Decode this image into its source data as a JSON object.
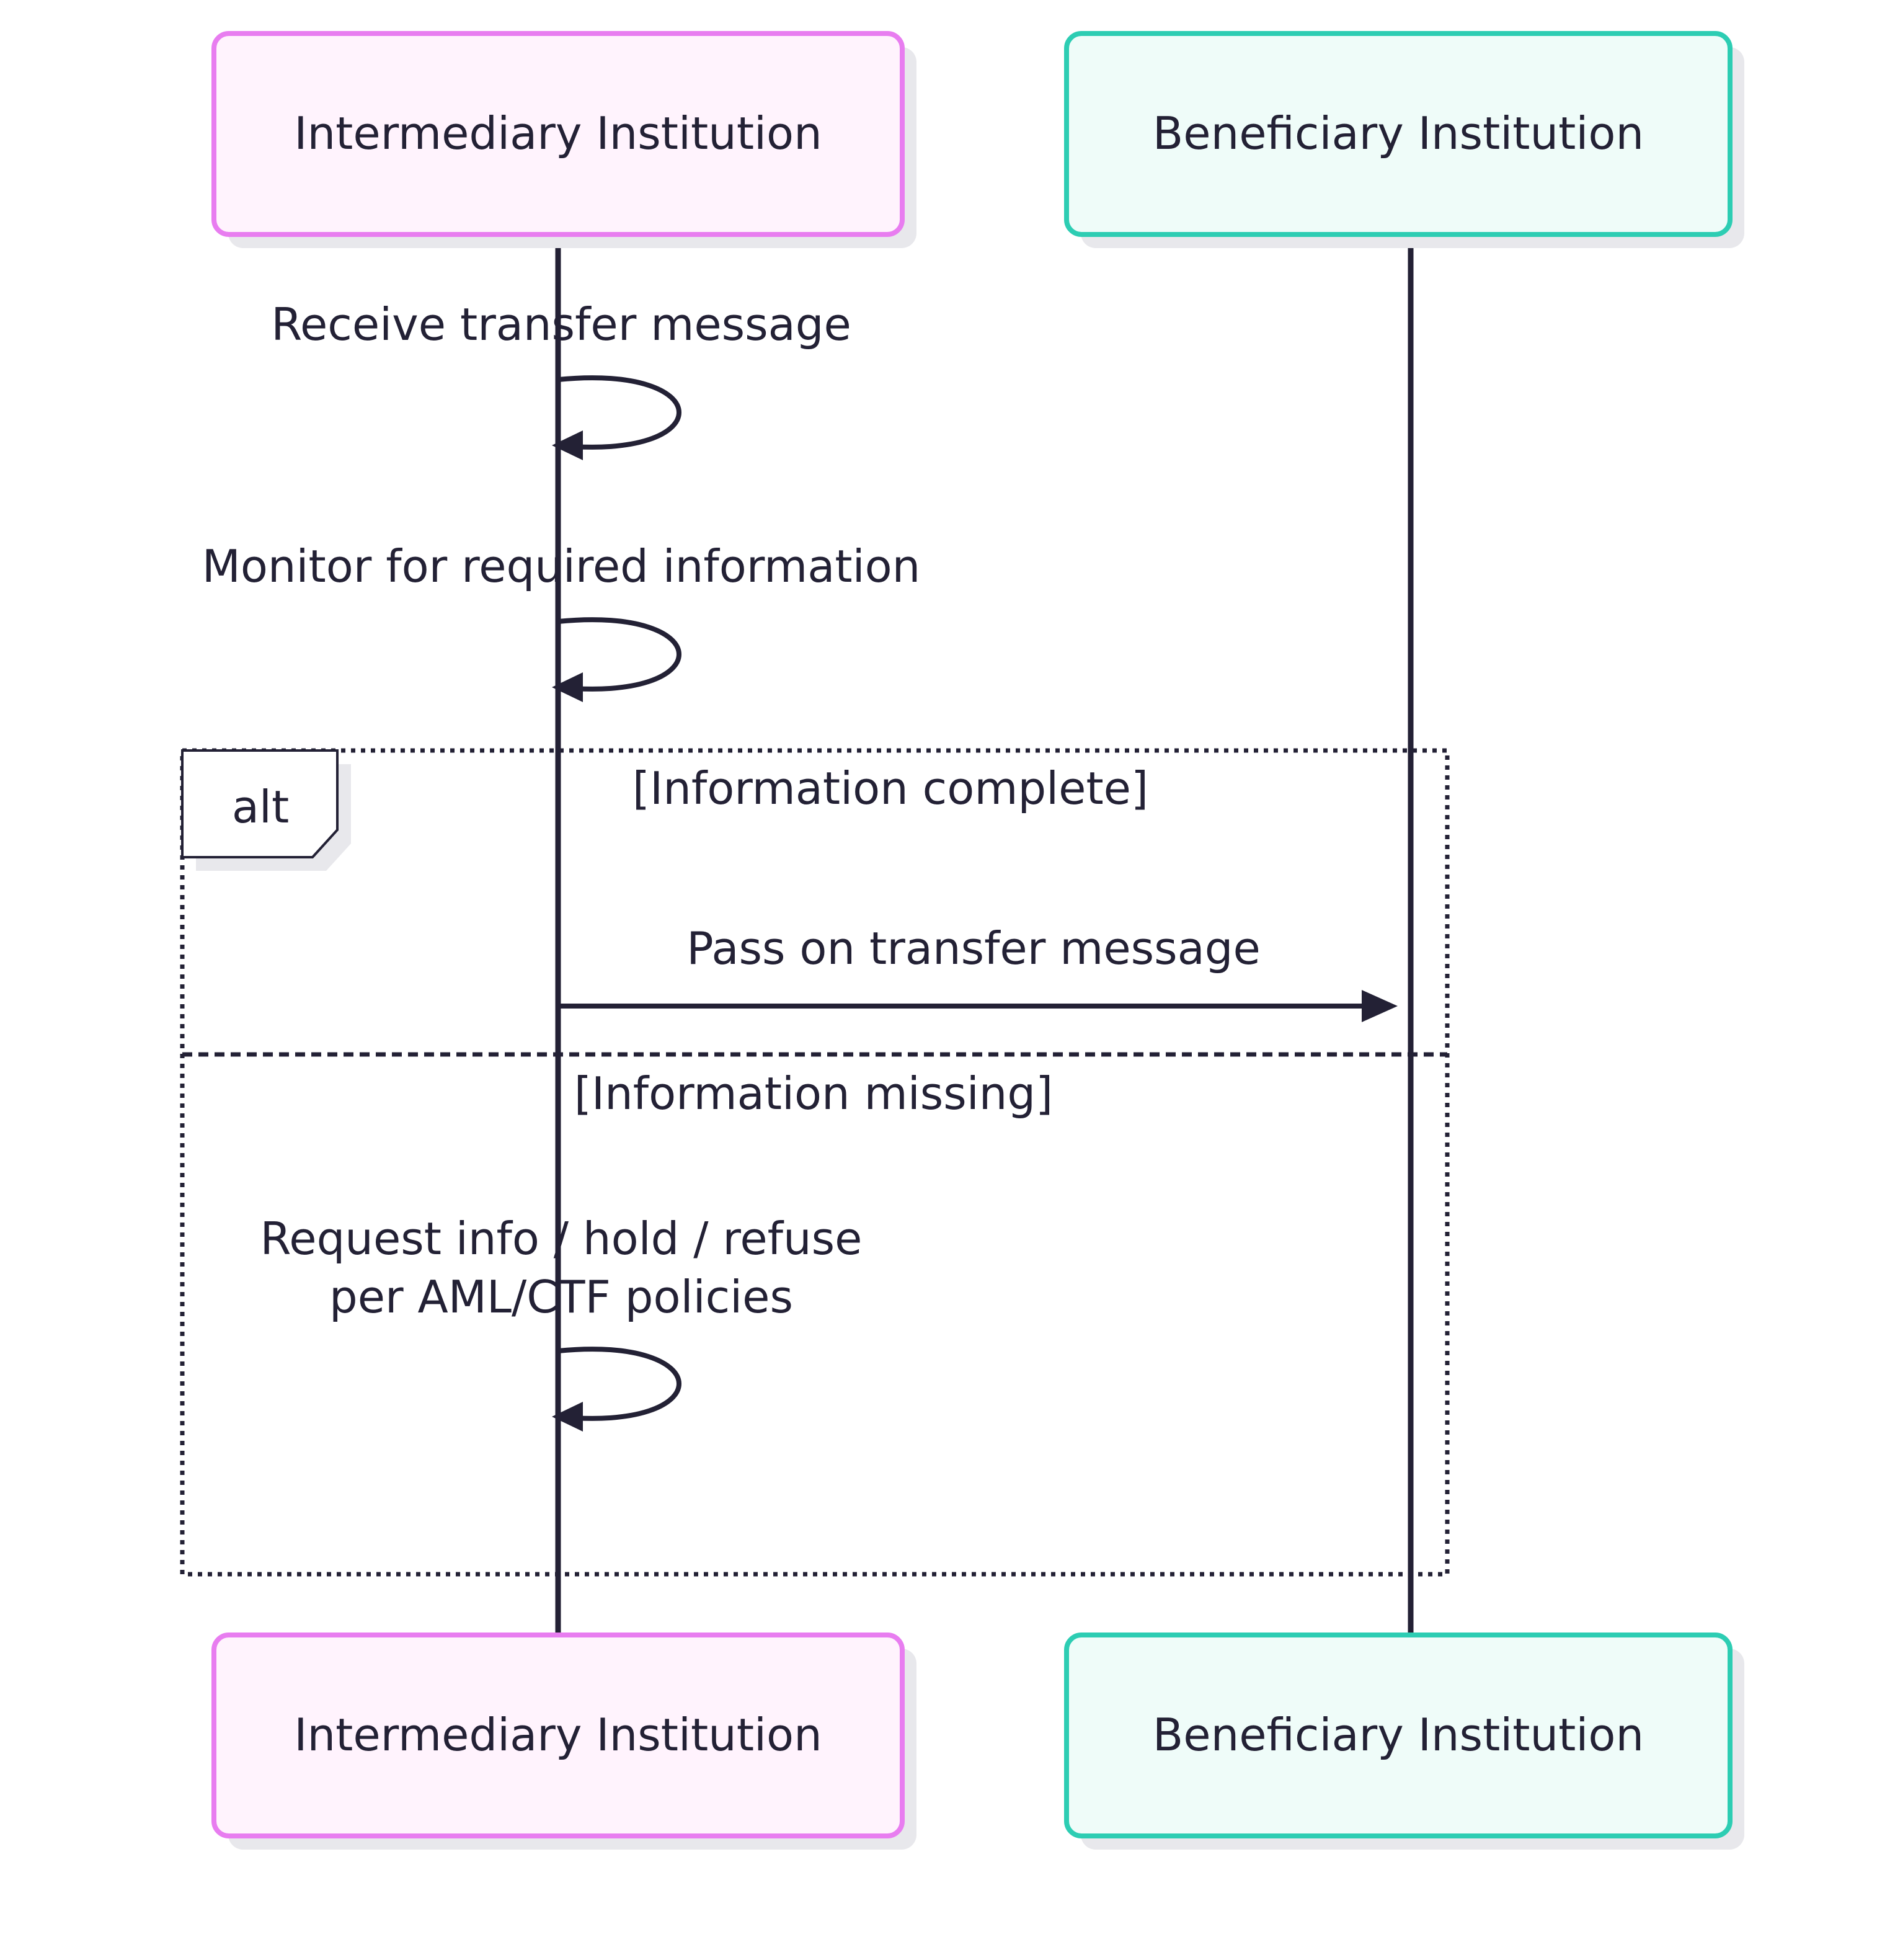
{
  "participants": {
    "intermediary": {
      "label": "Intermediary Institution",
      "stroke": "#e87df0",
      "fill": "#fff3fd"
    },
    "beneficiary": {
      "label": "Beneficiary Institution",
      "stroke": "#2dcdb3",
      "fill": "#effcf9"
    }
  },
  "messages": {
    "receive": "Receive transfer message",
    "monitor": "Monitor for required information",
    "pass_on": "Pass on transfer message",
    "request_line1": "Request info / hold / refuse",
    "request_line2": "per AML/CTF policies"
  },
  "alt_block": {
    "keyword": "alt",
    "condition_complete": "[Information complete]",
    "condition_missing": "[Information missing]"
  },
  "colors": {
    "line": "#232135",
    "shadow": "#e8e8ec"
  }
}
